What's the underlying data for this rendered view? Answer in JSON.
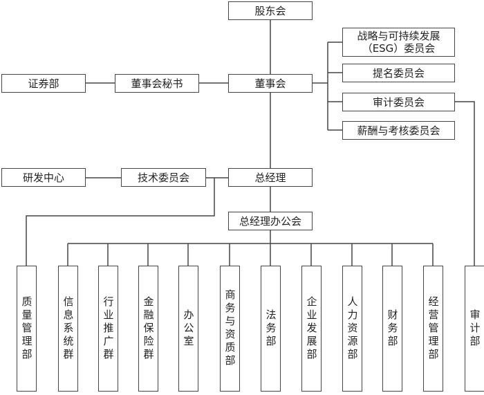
{
  "shareholders": "股东会",
  "board": "董事会",
  "securities_dept": "证券部",
  "board_secretary": "董事会秘书",
  "committees": [
    "战略与可持续发展（ESG）委员会",
    "提名委员会",
    "审计委员会",
    "薪酬与考核委员会"
  ],
  "rd_center": "研发中心",
  "tech_committee": "技术委员会",
  "general_manager": "总经理",
  "gm_office_meeting": "总经理办公会",
  "departments": [
    "质量管理部",
    "信息系统群",
    "行业推广群",
    "金融保险群",
    "办公室",
    "商务与资质部",
    "法务部",
    "企业发展部",
    "人力资源部",
    "财务部",
    "经营管理部",
    "审计部"
  ]
}
